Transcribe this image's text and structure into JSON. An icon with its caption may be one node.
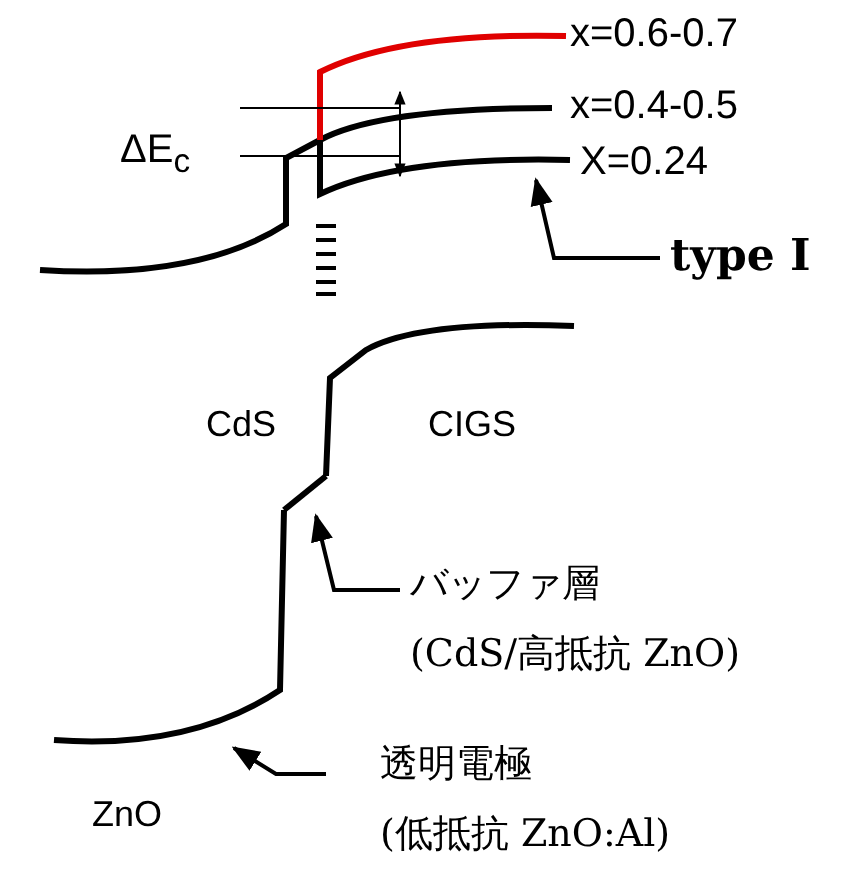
{
  "diagram": {
    "nodes": [
      {
        "text": [
          "type Ⅰ"
        ]
      },
      {
        "text": [],
        "shape": "line",
        "beside": [
          "X=0.24"
        ]
      },
      {
        "text": [
          "バッファ層",
          "(CdS/高抵抗 ZnO)"
        ]
      },
      {
        "text": [],
        "shape": "line"
      },
      {
        "text": [
          "透明電極",
          "(低抵抗 ZnO:Al)"
        ]
      },
      {
        "text": [],
        "shape": "line"
      }
    ],
    "edges": [
      {
        "from": 0,
        "to": 1,
        "arrow": "to"
      },
      {
        "from": 2,
        "to": 3,
        "arrow": "to"
      },
      {
        "from": 4,
        "to": 5,
        "arrow": "to"
      }
    ],
    "labels": [
      "x=0.6-0.7",
      "x=0.4-0.5",
      "ΔE$_{c}$",
      "CdS",
      "CIGS",
      "ZnO"
    ]
  }
}
